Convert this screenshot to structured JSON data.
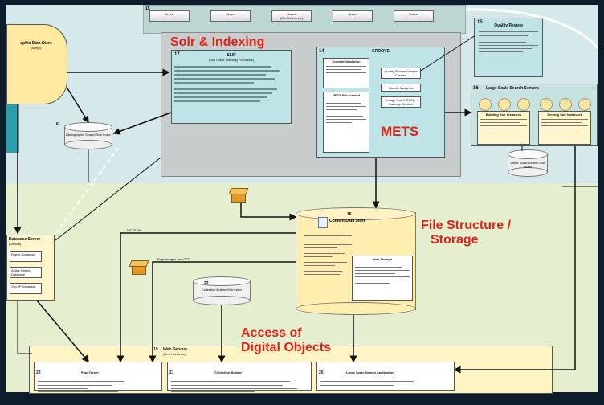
{
  "labels": {
    "solr": "Solr & Indexing",
    "mets": "METS",
    "file_structure_l1": "File Structure /",
    "file_structure_l2": "Storage",
    "access_l1": "Access of",
    "access_l2": "Digital Objects"
  },
  "servers": [
    {
      "num": "15",
      "label": "Server"
    },
    {
      "label": "Server"
    },
    {
      "label": "Server",
      "sub": "(Red Hat Linux)"
    },
    {
      "label": "Server"
    },
    {
      "label": "Server"
    }
  ],
  "boxes": {
    "graphic_store": {
      "title": "aphic Data Store",
      "sub": "(Aleph)"
    },
    "slip": {
      "num": "17",
      "title": "SLIP",
      "sub": "(Solr Large Indexing Processor)"
    },
    "bib_index": {
      "num": "6",
      "title": "Bibliographic Search Solr Index"
    },
    "groove": {
      "num": "14",
      "title": "GROOVE",
      "sub1": "Content Validation",
      "sub2": "METS File created",
      "btn1": "Quality Review Sample Created",
      "btn2": "Handle Assigned",
      "btn3": "Image and OCR Zip Package Created"
    },
    "quality": {
      "num": "15",
      "title": "Quality Review"
    },
    "large_search": {
      "num": "16",
      "title": "Large Scale Search Servers",
      "left": "Building Solr Instances",
      "right": "Serving Solr Instances"
    },
    "large_index": {
      "title": "Large Scale Search Solr Index"
    },
    "db_server": {
      "title": "Database Server",
      "sub": "(Debian)",
      "rows": [
        "Rights Database",
        "Active Rights Database",
        "Geo IP Database"
      ]
    },
    "content_store": {
      "num": "16",
      "title": "Content Data Store",
      "panel": "Inter Storage"
    },
    "collection_index": {
      "num": "22",
      "title": "Collection Builder Solr Index"
    },
    "web_servers": {
      "num": "19",
      "title": "Web Servers",
      "sub": "(Red Hat Linux)"
    },
    "pageturner": {
      "num": "23",
      "title": "PageTurner"
    },
    "collection_builder": {
      "num": "21",
      "title": "Collection Builder"
    },
    "large_app": {
      "num": "20",
      "title": "Large Scale Search Application"
    }
  },
  "arrow_labels": {
    "mets_file": "METS File",
    "page_images": "Page images and OCR"
  }
}
